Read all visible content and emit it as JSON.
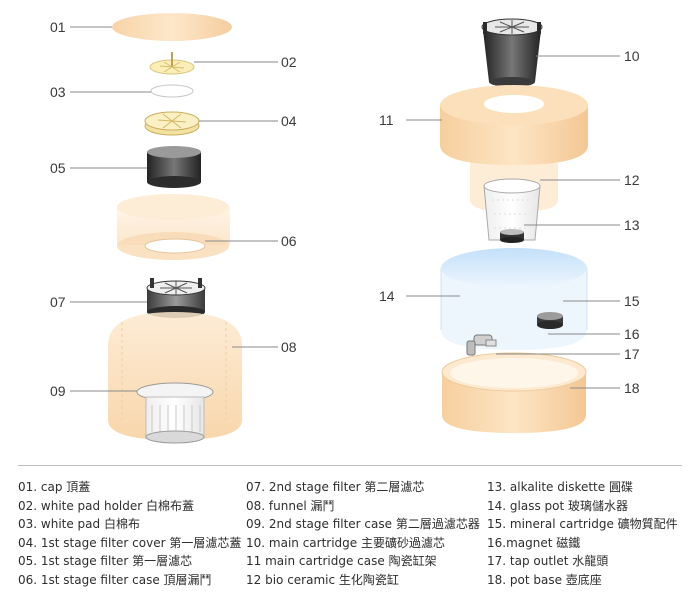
{
  "callouts": [
    "01",
    "02",
    "03",
    "04",
    "05",
    "06",
    "07",
    "08",
    "09",
    "10",
    "11",
    "12",
    "13",
    "14",
    "15",
    "16",
    "17",
    "18"
  ],
  "legend": [
    "01. cap 頂蓋",
    "02. white pad  holder 白棉布蓋",
    "03. white pad 白棉布",
    "04. 1st stage filter cover 第一層濾芯蓋",
    "05. 1st stage filter 第一層濾芯",
    "06. 1st stage filter case 頂層漏鬥",
    "07. 2nd stage filter 第二層濾芯",
    "08. funnel 漏鬥",
    "09. 2nd stage filter case 第二層過濾芯器",
    "10. main cartridge 主要礦砂過濾芯",
    "11 main cartridge case 陶瓷缸架",
    "12 bio ceramic 生化陶瓷缸",
    "13. alkalite diskette 圓碟",
    "14. glass pot 玻璃儲水器",
    "15. mineral cartridge 礦物質配件",
    "16.magnet 磁鐵",
    "17. tap outlet 水龍頭",
    "18. pot base 壺底座"
  ],
  "colors": {
    "peach": "#f9d9ae",
    "peach_light": "#fde9cf",
    "cream": "#fdf0c6",
    "water_blue": "#cfe6fb",
    "cartridge_dark": "#3a3a3a",
    "leader": "#8a8a8a"
  }
}
